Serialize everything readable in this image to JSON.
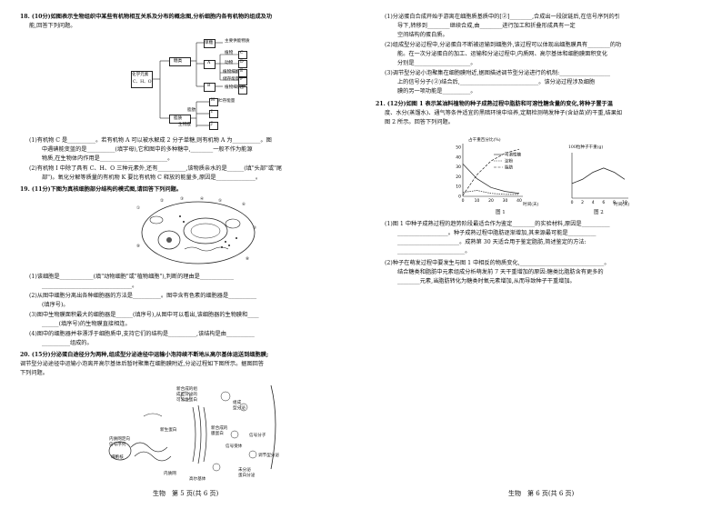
{
  "left_page": {
    "q18": {
      "intro1": "18. (10分)如图表示生物组织中某些有机物相互关系及分布的概念图,分析细胞内各有机物的组成及功",
      "intro2": "能,回答下列问题。",
      "diagram": {
        "root": "化学元素",
        "root2": "C、H、O",
        "sugar": "糖类",
        "lipid": "脂质",
        "A": "A",
        "B": "B",
        "C": "C",
        "D": "D",
        "E": "E",
        "F": "F",
        "G": "G",
        "H": "H",
        "I": "I",
        "J": "J",
        "K": "K",
        "monosac": "单糖",
        "main_energy": "主要供能物质",
        "plant": "植物",
        "animal": "动物",
        "plant_store": "植物细胞",
        "storage": "储存能量",
        "plant_wall": "植物细胞壁",
        "fat": "脂肪",
        "steroid": "固醇",
        "bio_membrane": "生物膜",
        "k_label": "贮存能量"
      },
      "p1a": "(1)有机物 C 是__________。若有机物 A 可以被水解成 2 分子单糖,则有机物 A 为__________。图",
      "p1b": "中遇碘能变蓝的是__________(填字母),它和图中的多种糖中,________一般不作为能源",
      "p1c": "物质,在生物体内作用是________________________。",
      "p2a": "(2)有机物 I 中除了具有 C、H、O 三种元素外,还有__________,该物质亲水的是______(填\"头部\"或\"尾",
      "p2b": "部\")。氧化分解等质量的有机物 K 要比有机物 C 释放的能量多,原因是______________。"
    },
    "q19": {
      "intro": "19. (11分)下图为真核细胞部分结构的模式图,请回答下列问题。",
      "p1": "(1)该细胞是____________(填\"动物细胞\"或\"植物细胞\"),判断的理由是____________",
      "p1b": "________________________________。",
      "p2": "(2)从图中细胞分离出各种细胞器的方法是__________。图中含有色素的细胞器是__________",
      "p2b": "(填序号)。",
      "p3": "(3)图中生物膜面积最大的细胞器是______(填序号),从图中可以看出,该细胞器的生物膜和____",
      "p3b": "______(填序号)的生物膜直接相连。",
      "p4": "(4)图中的细胞器并非漂浮于细胞质中,支持它们的结构是__________,该结构是由__________",
      "p4b": "__________组成的。"
    },
    "q20": {
      "intro1": "20. (15分)分泌蛋白途径分为两种,组成型分泌途径中运输小泡持续不断地从高尔基体运送到细胞膜;",
      "intro2": "调节型分泌途径中运输小泡离开高尔基体后暂时聚集在细胞膜附近,分泌过程如下图所示。据图回答",
      "intro3": "下列问题。",
      "d_new1": "新合成的组",
      "d_new2": "成型分泌的",
      "d_new3": "可溶性蛋白",
      "d_const": "组成",
      "d_const2": "型分泌",
      "d_nascent": "新生蛋白",
      "d_er1": "内质网定向",
      "d_er2": "信号序列",
      "d_nucleus": "细胞核",
      "d_er": "内质网",
      "d_newmem1": "新合成的",
      "d_newmem2": "膜蛋白",
      "d_signal": "信号分子",
      "d_receptor": "信号受体",
      "d_reg": "调节型分泌",
      "d_store1": "未分泌",
      "d_store2": "蛋白分泌",
      "d_golgi": "高尔基体"
    },
    "footer": "生物　第 5 页(共 6 页)"
  },
  "right_page": {
    "cont": {
      "l1": "(1)分泌蛋白合成开始于游离在细胞质基质中的[②]________,合成出一段肽链后,在信号序列的引",
      "l2": "导下,转移到________继续合成,由________进行加工和折叠形成具有一定",
      "l3": "空间结构的蛋白质。",
      "l4": "(2)组成型分泌过程中,分泌蛋白不断被运输到细胞外,该过程可以体现出细胞膜具有________的功",
      "l5": "能。在一次分泌蛋白的加工、运输和分泌过程中,内质网、高尔基体和细胞膜面积变化",
      "l6": "分别是____________________。",
      "l7": "(3)调节型分泌小泡聚集在细胞膜附近,据图描述调节型分泌进行的机制:__________________",
      "l8": "上的信号分子(②)结合后,____________________________。该分泌过程涉及细胞",
      "l9": "膜的另一项功能是__________。"
    },
    "q21": {
      "intro1": "21. (12分)如图 1 表示某油料植物的种子成熟过程中脂肪和可溶性糖含量的变化,将种子置于温",
      "intro2": "度、水分(蒸馏水)、通气等条件适宜的黑暗环境中培养,定期检测萌发种子(含幼苗)的干重,结果如",
      "intro3": "图 2 所示。回答下列问题。",
      "fig1_label": "图 1",
      "fig2_label": "图 2",
      "p1a": "(1)图 1 中种子成熟过程的趋势阶段最适合作为鉴定________的实验材料,原因是__________",
      "p1b": "__________________。种子成熟过程中脂肪逐渐增加,其来源最可能是__________",
      "p1c": "______________________。成熟第 30 天适合用于鉴定脂肪,简述鉴定的方法:",
      "p1d": "________________________。",
      "p2a": "(2)种子在萌发过程中要发生与图 1 中相反的物质变化,______________________________。",
      "p2b": "结合糖类和脂肪中元素组成分析萌发前 7 天干重增加的原因:糖类比脂肪含有更多的",
      "p2c": "________元素,当脂肪转化为糖类时氧元素增加,从而导致种子干重增加。"
    },
    "footer": "生物　第 6 页(共 6 页)"
  },
  "chart_data": [
    {
      "type": "line",
      "title": "",
      "ylabel": "占干重百分比(%)",
      "xlabel": "时间(天)",
      "x": [
        0,
        10,
        20,
        30,
        40
      ],
      "ylim": [
        0,
        50
      ],
      "yticks": [
        0,
        10,
        20,
        30,
        40,
        50
      ],
      "xticks": [
        0,
        10,
        20,
        30,
        40
      ],
      "series": [
        {
          "name": "可溶性糖",
          "values": [
            33,
            18,
            9,
            5,
            3
          ]
        },
        {
          "name": "淀粉",
          "values": [
            4,
            6,
            3,
            2,
            2
          ]
        },
        {
          "name": "脂肪",
          "values": [
            1,
            22,
            36,
            44,
            48
          ]
        }
      ],
      "legend": "right"
    },
    {
      "type": "line",
      "title": "",
      "ylabel": "100粒种子干重(g)",
      "xlabel": "时间(天)",
      "x": [
        0,
        2,
        4,
        6,
        8,
        10
      ],
      "xticks": [
        0,
        2,
        4,
        6,
        8,
        10
      ],
      "ylim": [
        0,
        1
      ],
      "series": [
        {
          "name": "",
          "values": [
            0.35,
            0.45,
            0.62,
            0.72,
            0.62,
            0.45
          ]
        }
      ]
    }
  ],
  "chart_text": {
    "c1_y": "占干重百分比(%)",
    "c1_x": "时间(天)",
    "c2_y": "100粒种子干重(g)",
    "c2_x": "时间(天)",
    "c1_yt": [
      "50",
      "40",
      "30",
      "20",
      "10",
      "0"
    ],
    "c1_xt": [
      "0",
      "10",
      "20",
      "30",
      "40"
    ],
    "c2_xt": [
      "0",
      "2",
      "4",
      "6",
      "8",
      "10"
    ],
    "legend": [
      "可溶性糖",
      "淀粉",
      "脂肪"
    ]
  }
}
